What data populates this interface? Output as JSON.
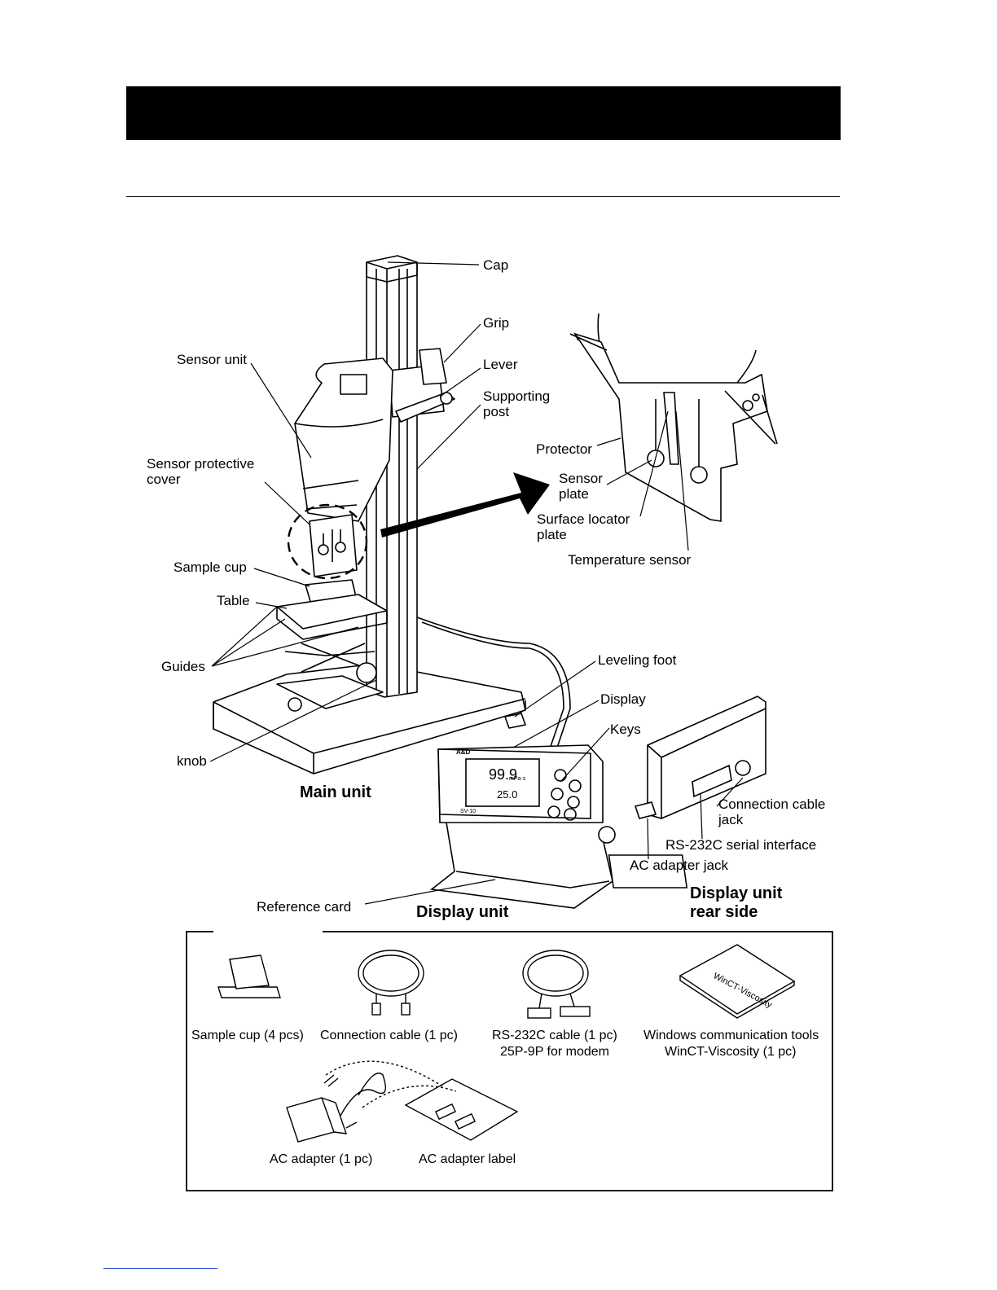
{
  "header": {
    "title": "",
    "subtitle": ""
  },
  "labels": {
    "cap": "Cap",
    "grip": "Grip",
    "lever": "Lever",
    "supporting_post_1": "Supporting",
    "supporting_post_2": "post",
    "sensor_unit": "Sensor unit",
    "sensor_protective_cover_1": "Sensor protective",
    "sensor_protective_cover_2": "cover",
    "protector": "Protector",
    "sensor_plate_1": "Sensor",
    "sensor_plate_2": "plate",
    "surface_locator_1": "Surface locator",
    "surface_locator_2": "plate",
    "temperature_sensor": "Temperature sensor",
    "sample_cup": "Sample cup",
    "table": "Table",
    "guides": "Guides",
    "knob": "knob",
    "leveling_foot": "Leveling foot",
    "display": "Display",
    "keys": "Keys",
    "connection_cable_jack_1": "Connection cable",
    "connection_cable_jack_2": "jack",
    "rs232c_interface": "RS-232C serial interface",
    "ac_adapter_jack": "AC adapter jack",
    "reference_card": "Reference card"
  },
  "captions": {
    "main_unit": "Main unit",
    "display_unit": "Display unit",
    "display_rear_1": "Display unit",
    "display_rear_2": "rear side"
  },
  "display_readout": {
    "value": "99.9",
    "unit": "mPa·s",
    "temperature": "25.0",
    "model": "SV-10",
    "brand": "A&D"
  },
  "accessories": {
    "sample_cup": "Sample cup (4 pcs)",
    "connection_cable": "Connection cable (1 pc)",
    "rs232c_cable_1": "RS-232C cable (1 pc)",
    "rs232c_cable_2": "25P-9P for modem",
    "windows_tools_1": "Windows communication tools",
    "windows_tools_2": "WinCT-Viscosity (1 pc)",
    "ac_adapter": "AC adapter (1 pc)",
    "ac_adapter_label": "AC adapter label",
    "book_title": "WinCT-Viscosity"
  }
}
